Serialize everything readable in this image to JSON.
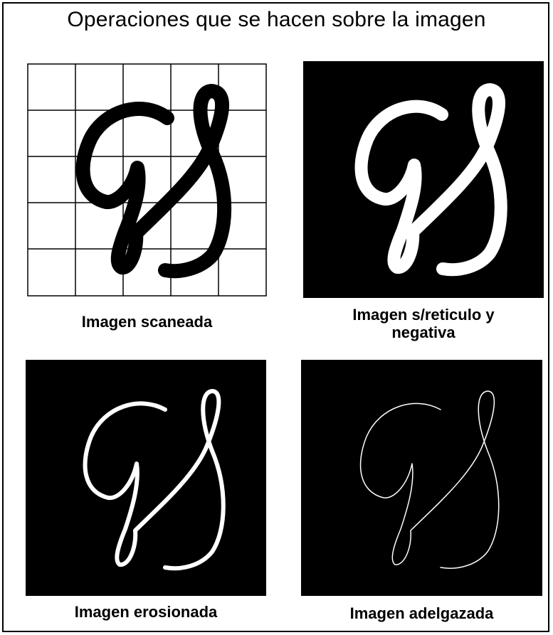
{
  "title": "Operaciones que se hacen sobre la imagen",
  "panels": [
    {
      "caption_line1": "Imagen scaneada",
      "caption_line2": ""
    },
    {
      "caption_line1": "Imagen s/reticulo y",
      "caption_line2": "negativa"
    },
    {
      "caption_line1": "Imagen erosionada",
      "caption_line2": ""
    },
    {
      "caption_line1": "Imagen adelgazada",
      "caption_line2": ""
    }
  ],
  "colors": {
    "background": "#ffffff",
    "ink": "#000000",
    "negative_bg": "#000000",
    "negative_ink": "#ffffff"
  }
}
